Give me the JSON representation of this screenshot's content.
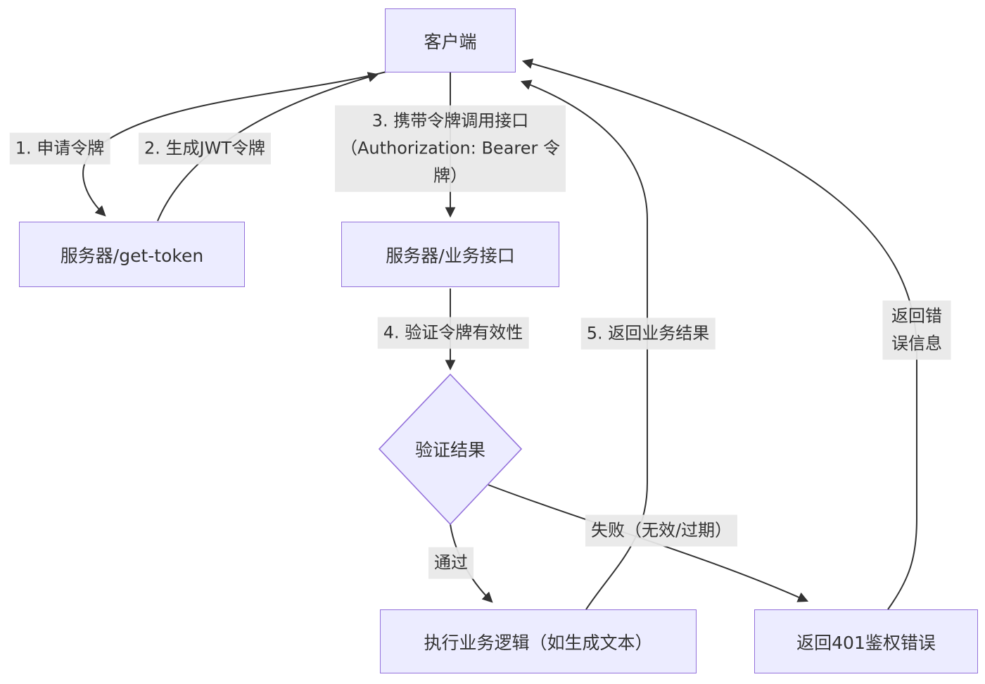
{
  "diagram": {
    "title_hint": "JWT token auth flow",
    "colors": {
      "background": "#ffffff",
      "node_fill": "#ECECFF",
      "node_border": "#9370DB",
      "edge_color": "#333333",
      "edge_label_bg": "#e8e8e8",
      "text": "#333333"
    },
    "nodes": {
      "client": {
        "label": "客户端"
      },
      "get_token": {
        "label": "服务器/get-token"
      },
      "biz_api": {
        "label": "服务器/业务接口"
      },
      "decision": {
        "label": "验证结果"
      },
      "exec_biz": {
        "label": "执行业务逻辑（如生成文本）"
      },
      "err_401": {
        "label": "返回401鉴权错误"
      }
    },
    "edge_labels": {
      "request_token": "1. 申请令牌",
      "generate_jwt": "2. 生成JWT令牌",
      "call_api": "3. 携带令牌调用接口\n（Authorization: Bearer 令\n牌）",
      "verify_token": "4. 验证令牌有效性",
      "return_result": "5. 返回业务结果",
      "return_error": "返回错误信息",
      "pass": "通过",
      "fail": "失败（无效/过期）"
    }
  }
}
